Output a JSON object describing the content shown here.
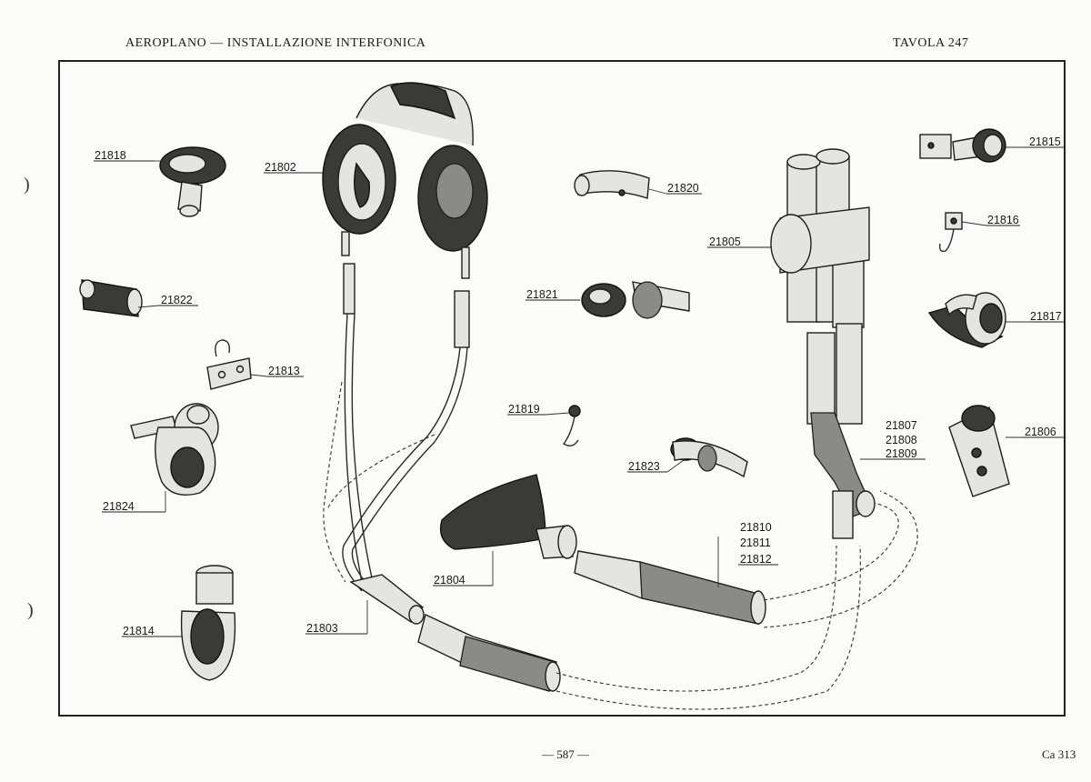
{
  "header": {
    "title": "AEROPLANO — INSTALLAZIONE INTERFONICA",
    "plate": "TAVOLA 247"
  },
  "footer": {
    "page_number": "— 587 —",
    "code": "Ca 313"
  },
  "parts": {
    "p21818": "21818",
    "p21802": "21802",
    "p21820": "21820",
    "p21815": "21815",
    "p21816": "21816",
    "p21805": "21805",
    "p21822": "21822",
    "p21821": "21821",
    "p21817": "21817",
    "p21813": "21813",
    "p21819": "21819",
    "p21807": "21807",
    "p21808": "21808",
    "p21809": "21809",
    "p21806": "21806",
    "p21823": "21823",
    "p21824": "21824",
    "p21810": "21810",
    "p21811": "21811",
    "p21812": "21812",
    "p21804": "21804",
    "p21814": "21814",
    "p21803": "21803"
  }
}
